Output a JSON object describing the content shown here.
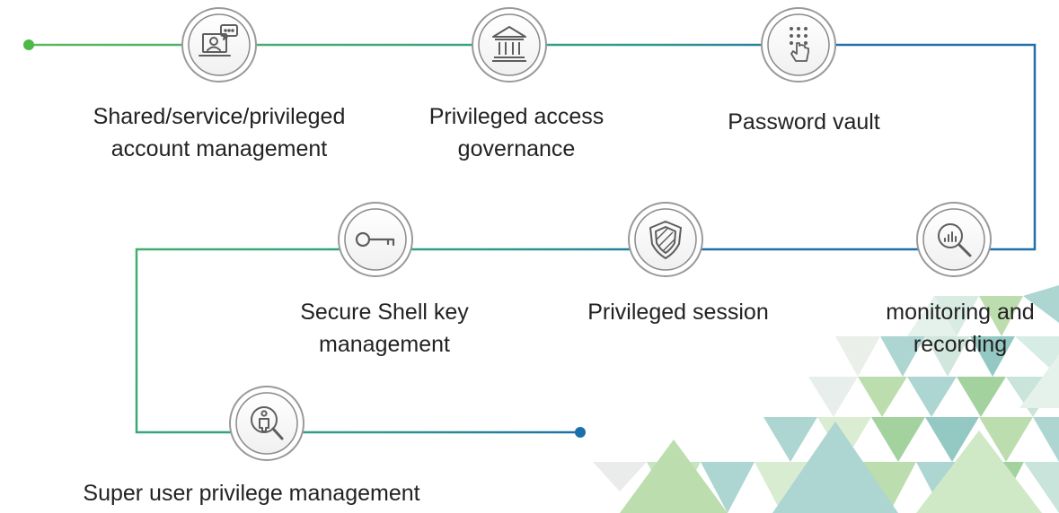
{
  "colors": {
    "line_green": "#5cb85c",
    "line_teal": "#2e9a8c",
    "line_blue": "#1f6fa8",
    "start_dot": "#4cb848",
    "end_dot": "#1a6fae",
    "icon_stroke": "#6b6b6b",
    "icon_ring": "#9a9a9a",
    "text": "#222222",
    "tri_green": "#b9dca9",
    "tri_teal": "#a9d3cf",
    "tri_grey": "#e8ecea"
  },
  "steps": [
    {
      "id": "shared-account-mgmt",
      "icon": "user-chat-laptop-icon",
      "lines": [
        "Shared/service/privileged",
        "account management"
      ]
    },
    {
      "id": "privileged-access-governance",
      "icon": "bank-building-icon",
      "lines": [
        "Privileged access",
        "governance"
      ]
    },
    {
      "id": "password-vault",
      "icon": "keypad-touch-icon",
      "lines": [
        "Password vault"
      ]
    },
    {
      "id": "monitoring-recording",
      "icon": "chart-magnifier-icon",
      "lines": [
        "monitoring and",
        "recording"
      ]
    },
    {
      "id": "privileged-session",
      "icon": "shield-icon",
      "lines": [
        "Privileged session"
      ]
    },
    {
      "id": "ssh-key-mgmt",
      "icon": "key-icon",
      "lines": [
        "Secure Shell key",
        "management"
      ]
    },
    {
      "id": "super-user-privilege-mgmt",
      "icon": "person-magnifier-icon",
      "lines": [
        "Super user privilege management"
      ]
    }
  ]
}
